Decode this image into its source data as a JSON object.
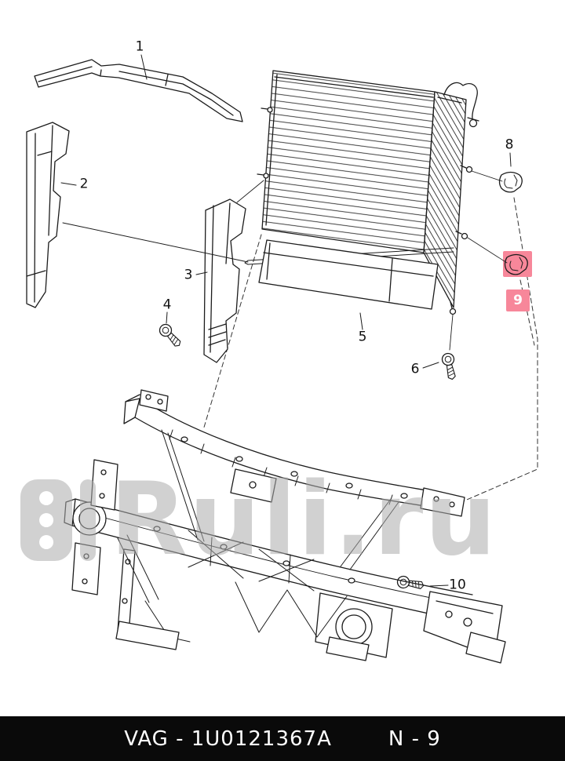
{
  "diagram": {
    "description": "Exploded parts diagram: radiator, air deflectors, clips, screws and front subframe",
    "line_color": "#1c1c1c",
    "highlight_color": "#f7879a",
    "part_labels": [
      {
        "num": "1"
      },
      {
        "num": "2"
      },
      {
        "num": "3"
      },
      {
        "num": "4"
      },
      {
        "num": "5"
      },
      {
        "num": "6"
      },
      {
        "num": "8"
      },
      {
        "num": "9",
        "highlighted": true
      },
      {
        "num": "10"
      }
    ]
  },
  "watermark": {
    "text": "Ruli.ru",
    "color": "#acacac"
  },
  "footer": {
    "part_code": "VAG - 1U0121367A",
    "page_ref": "N - 9",
    "background": "#0a0a0a",
    "text_color": "#ffffff"
  }
}
